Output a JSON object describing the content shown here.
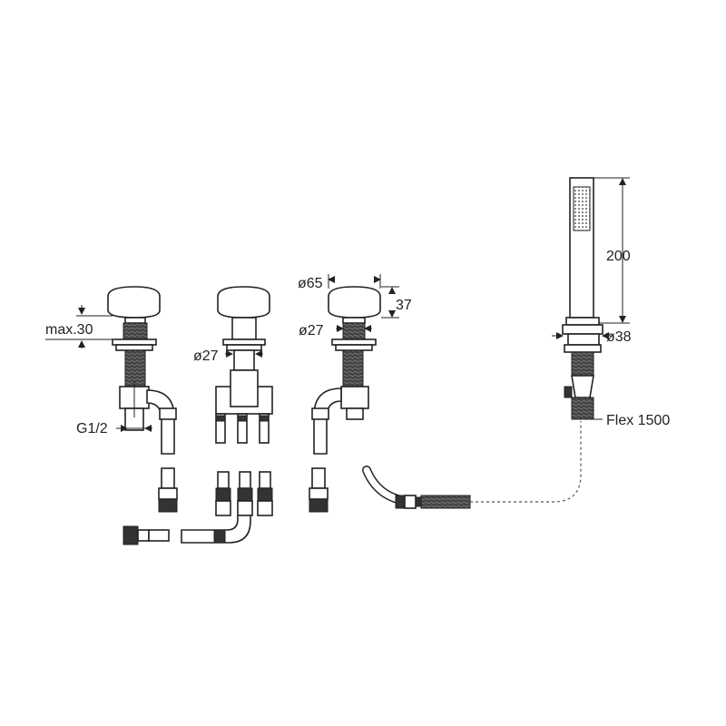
{
  "labels": {
    "max30": "max.30",
    "g12": "G1/2",
    "dia27_center": "ø27",
    "dia65": "ø65",
    "h37": "37",
    "dia27_right": "ø27",
    "h200": "200",
    "dia38": "ø38",
    "flex": "Flex 1500"
  },
  "colors": {
    "line": "#222222",
    "background": "#ffffff",
    "thread": "#333333"
  }
}
